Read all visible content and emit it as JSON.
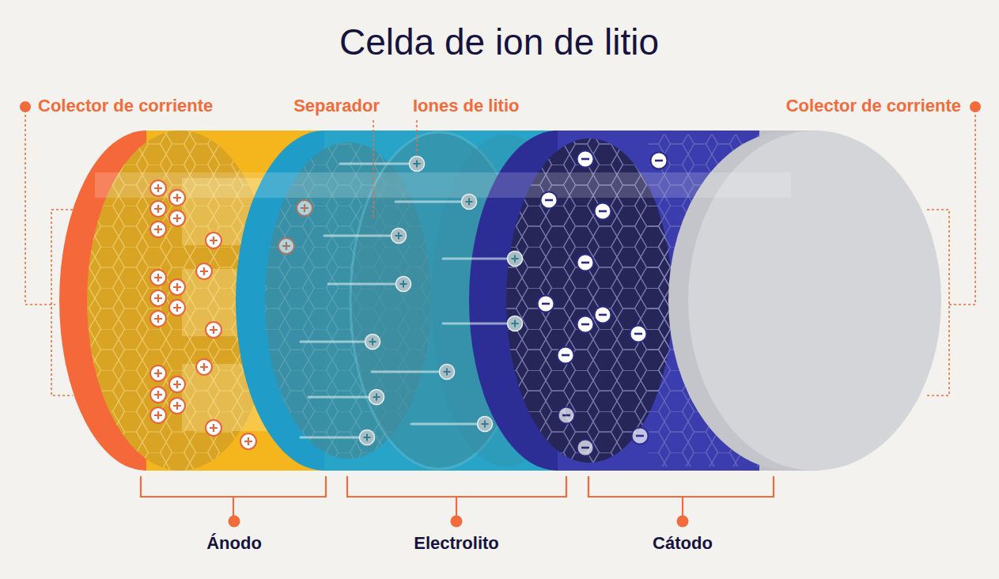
{
  "diagram": {
    "title": "Celda de ion de litio",
    "labels": [
      "Colector de corriente",
      "Separador",
      "Iones de litio",
      "Colector de corriente",
      "Ánodo",
      "Electrolito",
      "Cátodo"
    ]
  }
}
